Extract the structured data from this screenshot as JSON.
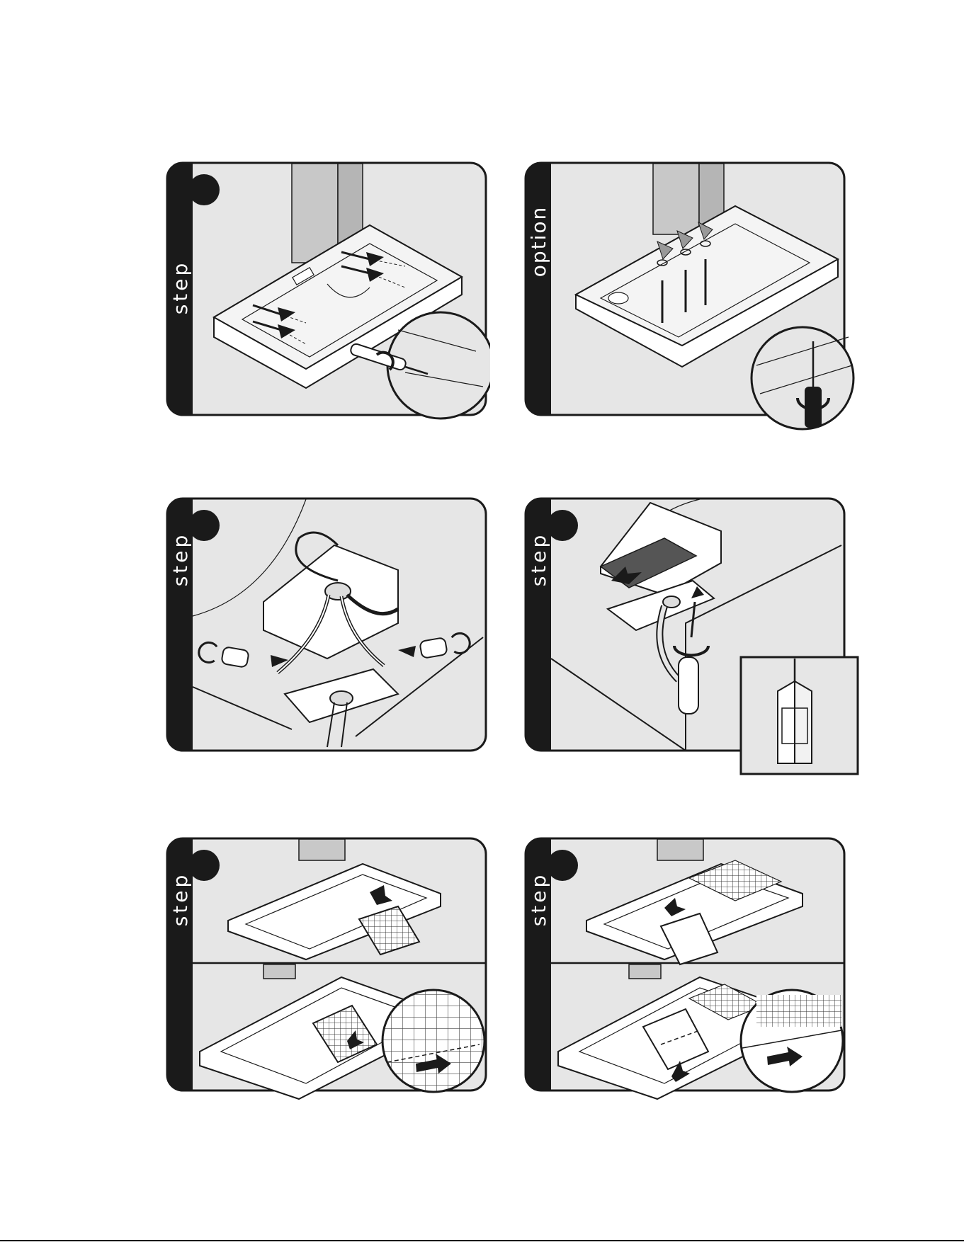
{
  "panels": [
    {
      "id": "p1",
      "label": "step"
    },
    {
      "id": "p2",
      "label": "option"
    },
    {
      "id": "p3",
      "label": "step"
    },
    {
      "id": "p4",
      "label": "step"
    },
    {
      "id": "p5",
      "label": "step"
    },
    {
      "id": "p6",
      "label": "step"
    }
  ],
  "colors": {
    "tab": "#1a1a1a",
    "panel_bg": "#e6e6e6",
    "duct": "#c8c8c8",
    "outline": "#1a1a1a",
    "badge": "#1a1a1a"
  }
}
